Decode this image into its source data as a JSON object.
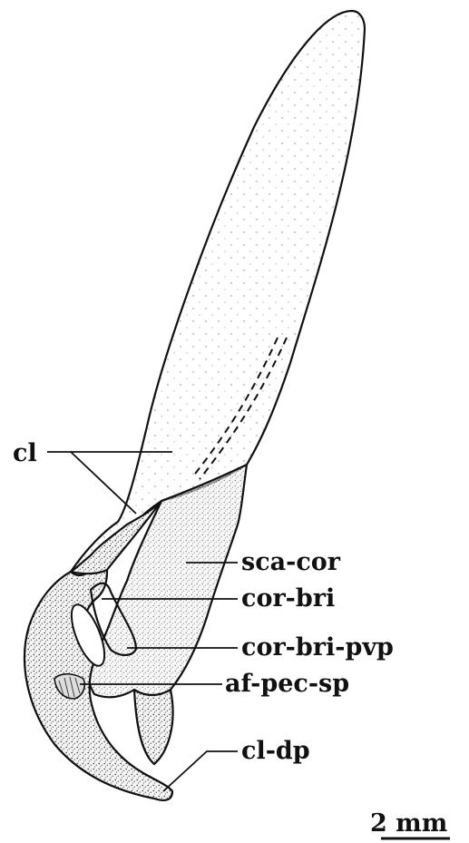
{
  "figure": {
    "labels": {
      "cl": "cl",
      "sca_cor": "sca-cor",
      "cor_bri": "cor-bri",
      "cor_bri_pvp": "cor-bri-pvp",
      "af_pec_sp": "af-pec-sp",
      "cl_dp": "cl-dp"
    },
    "scale_bar": {
      "label": "2 mm"
    }
  }
}
